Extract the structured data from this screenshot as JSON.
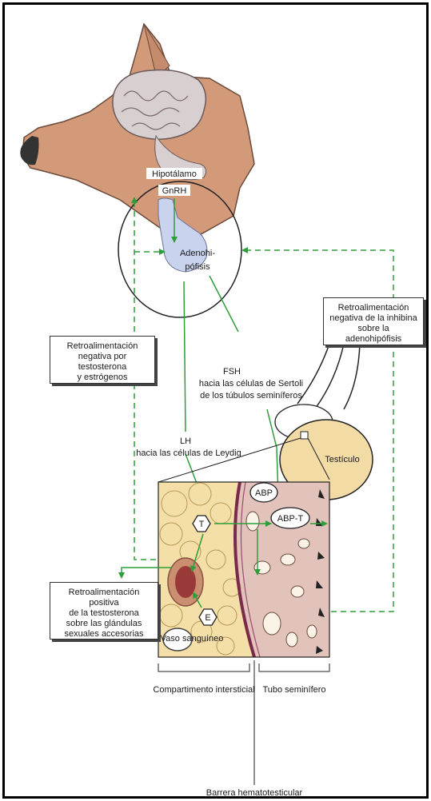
{
  "labels": {
    "hipotalamo": "Hipotálamo",
    "gnrh": "GnRH",
    "adenohipofisis_1": "Adenohi-",
    "adenohipofisis_2": "pófisis",
    "fsh_1": "FSH",
    "fsh_2": "hacia las células de Sertoli",
    "fsh_3": "de los túbulos seminíferos",
    "lh_1": "LH",
    "lh_2": "hacia las células de Leydig",
    "testiculo": "Testículo",
    "abp": "ABP",
    "abp_t": "ABP-T",
    "t": "T",
    "e": "E",
    "vaso": "Vaso sanguíneo",
    "compartimento": "Compartimento intersticial",
    "tubo": "Tubo seminífero",
    "barrera": "Barrera hematotesticular"
  },
  "boxes": {
    "inhibina": [
      "Retroalimentación",
      "negativa de la inhibina",
      "sobre la adenohipófisis"
    ],
    "testosterona_neg": [
      "Retroalimentación",
      "negativa por testosterona",
      "y estrógenos"
    ],
    "testosterona_pos": [
      "Retroalimentación positiva",
      "de la testosterona",
      "sobre las glándulas",
      "sexuales accesorias"
    ]
  },
  "colors": {
    "arrow_green": "#2e9e3a",
    "dog_skin": "#d39a7a",
    "brain": "#d8cfd0",
    "pituitary": "#c9d3ee",
    "testis": "#f3dba6",
    "tubule": "#e2c3bb",
    "interstitial": "#f4dfa8"
  }
}
